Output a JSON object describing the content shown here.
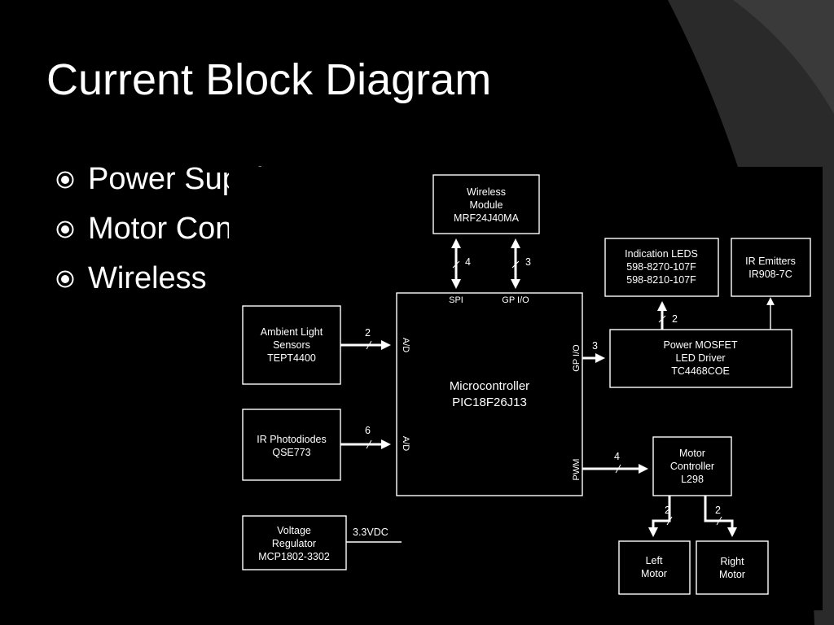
{
  "slide": {
    "title": "Current Block Diagram",
    "bullets": [
      "Power Supply",
      "Motor Control",
      "Wireless"
    ]
  },
  "diagram": {
    "blocks": {
      "wireless": [
        "Wireless",
        "Module",
        "MRF24J40MA"
      ],
      "mcu": [
        "Microcontroller",
        "PIC18F26J13"
      ],
      "leds": [
        "Indication LEDS",
        "598-8270-107F",
        "598-8210-107F"
      ],
      "ir_emitters": [
        "IR Emitters",
        "IR908-7C"
      ],
      "mosfet": [
        "Power MOSFET",
        "LED Driver",
        "TC4468COE"
      ],
      "ambient": [
        "Ambient Light",
        "Sensors",
        "TEPT4400"
      ],
      "photodiodes": [
        "IR Photodiodes",
        "QSE773"
      ],
      "motor_ctrl": [
        "Motor",
        "Controller",
        "L298"
      ],
      "regulator": [
        "Voltage",
        "Regulator",
        "MCP1802-3302"
      ],
      "left_motor": [
        "Left",
        "Motor"
      ],
      "right_motor": [
        "Right",
        "Motor"
      ]
    },
    "port_labels": {
      "spi": "SPI",
      "gpio_top": "GP I/O",
      "ad1": "A/D",
      "ad2": "A/D",
      "gpio_right": "GP I/O",
      "pwm": "PWM"
    },
    "bus_widths": {
      "spi": "4",
      "gpio_top": "3",
      "ambient": "2",
      "photodiodes": "6",
      "mosfet": "3",
      "leds": "2",
      "pwm": "4",
      "left_motor": "2",
      "right_motor": "2"
    },
    "regulator_output": "3.3VDC"
  },
  "colors": {
    "background": "#000000",
    "panel": "#000000",
    "swoosh": "#2a2a2a",
    "text": "#ffffff"
  }
}
